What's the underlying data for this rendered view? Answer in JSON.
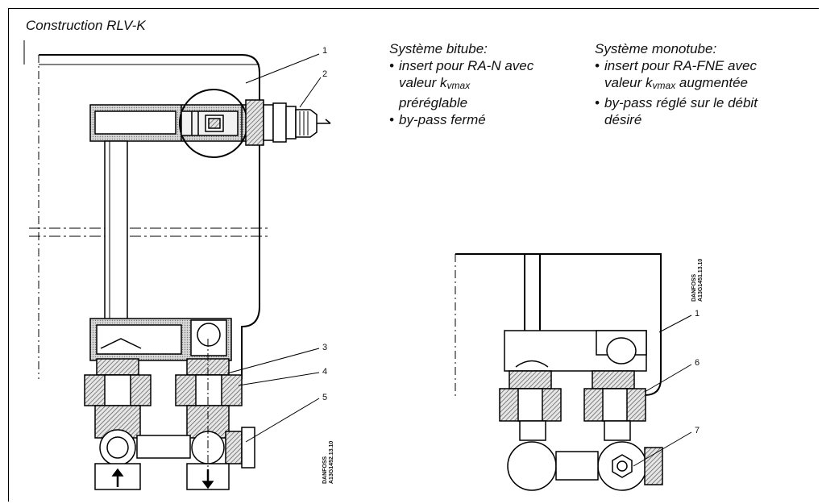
{
  "title": "Construction RLV-K",
  "left_column": {
    "heading": "Système bitube:",
    "bullet_1_line_1": "insert pour RA-N avec",
    "bullet_1_line_2_pre": "valeur k",
    "bullet_1_line_2_sub": "vmax",
    "bullet_1_line_3": "préréglable",
    "bullet_2": "by-pass fermé"
  },
  "right_column": {
    "heading": "Système monotube:",
    "bullet_1_line_1": "insert pour RA-FNE avec",
    "bullet_1_line_2_pre": "valeur k",
    "bullet_1_line_2_sub": "vmax",
    "bullet_1_line_2_post": " augmentée",
    "bullet_2_line_1": "by-pass réglé sur le débit",
    "bullet_2_line_2": "désiré"
  },
  "bullet_symbol": "•",
  "callouts_left": [
    "1",
    "2",
    "3",
    "4",
    "5"
  ],
  "callouts_right": [
    "1",
    "6",
    "7"
  ],
  "code_left_brand": "DANFOSS",
  "code_left_id": "A13G1452.13.10",
  "code_right_brand": "DANFOSS",
  "code_right_id": "A13G1451.13.10",
  "colors": {
    "line": "#000000",
    "hatch": "#555555",
    "fill": "#cfcfcf"
  }
}
